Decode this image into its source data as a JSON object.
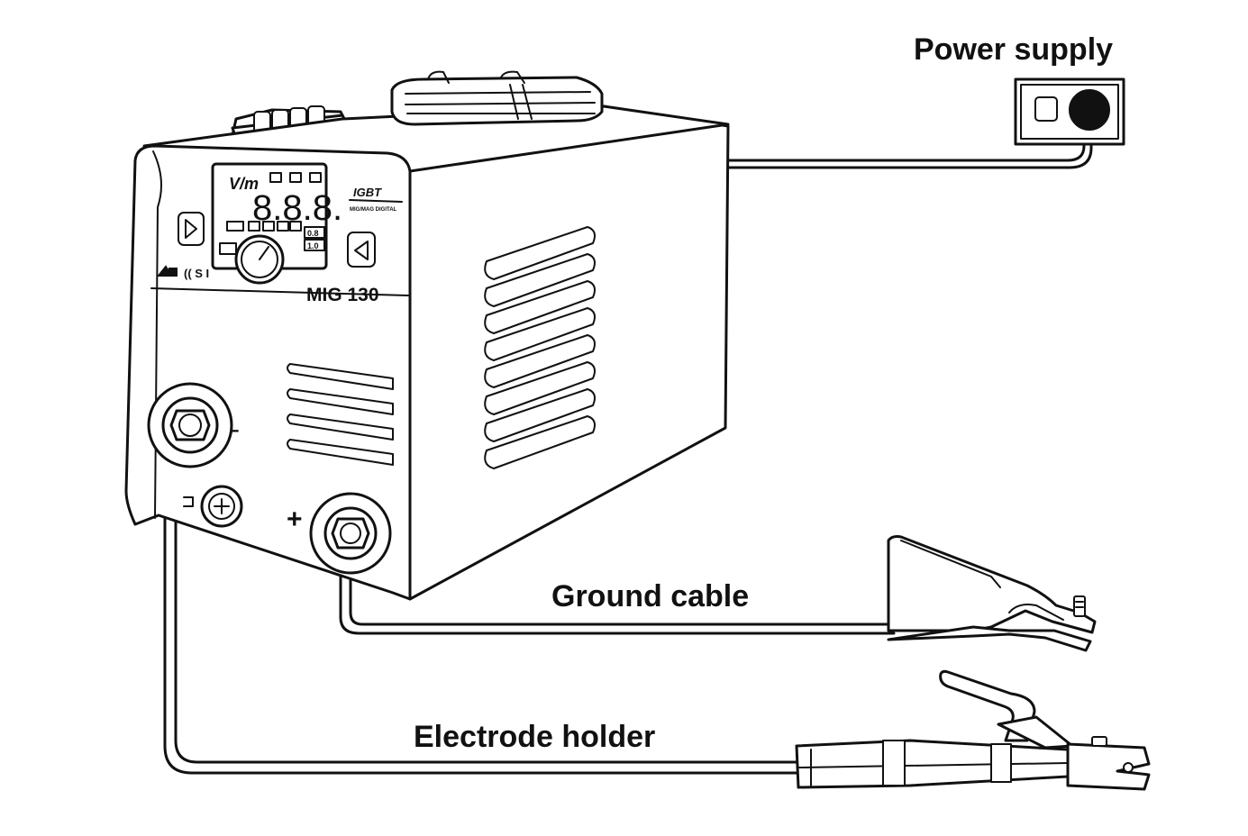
{
  "labels": {
    "power_supply": "Power supply",
    "ground_cable": "Ground cable",
    "electrode_holder": "Electrode holder"
  },
  "machine": {
    "model": "MIG 130",
    "display": "8.8.8.",
    "brand_line1": "IGBT",
    "brand_line2": "MIG/MAG DIGITAL",
    "vm_label": "V/m",
    "terminal_negative": "-",
    "terminal_positive": "+",
    "readout_1": "0.8",
    "readout_2": "1.0"
  },
  "colors": {
    "line": "#111111",
    "background": "#ffffff"
  }
}
